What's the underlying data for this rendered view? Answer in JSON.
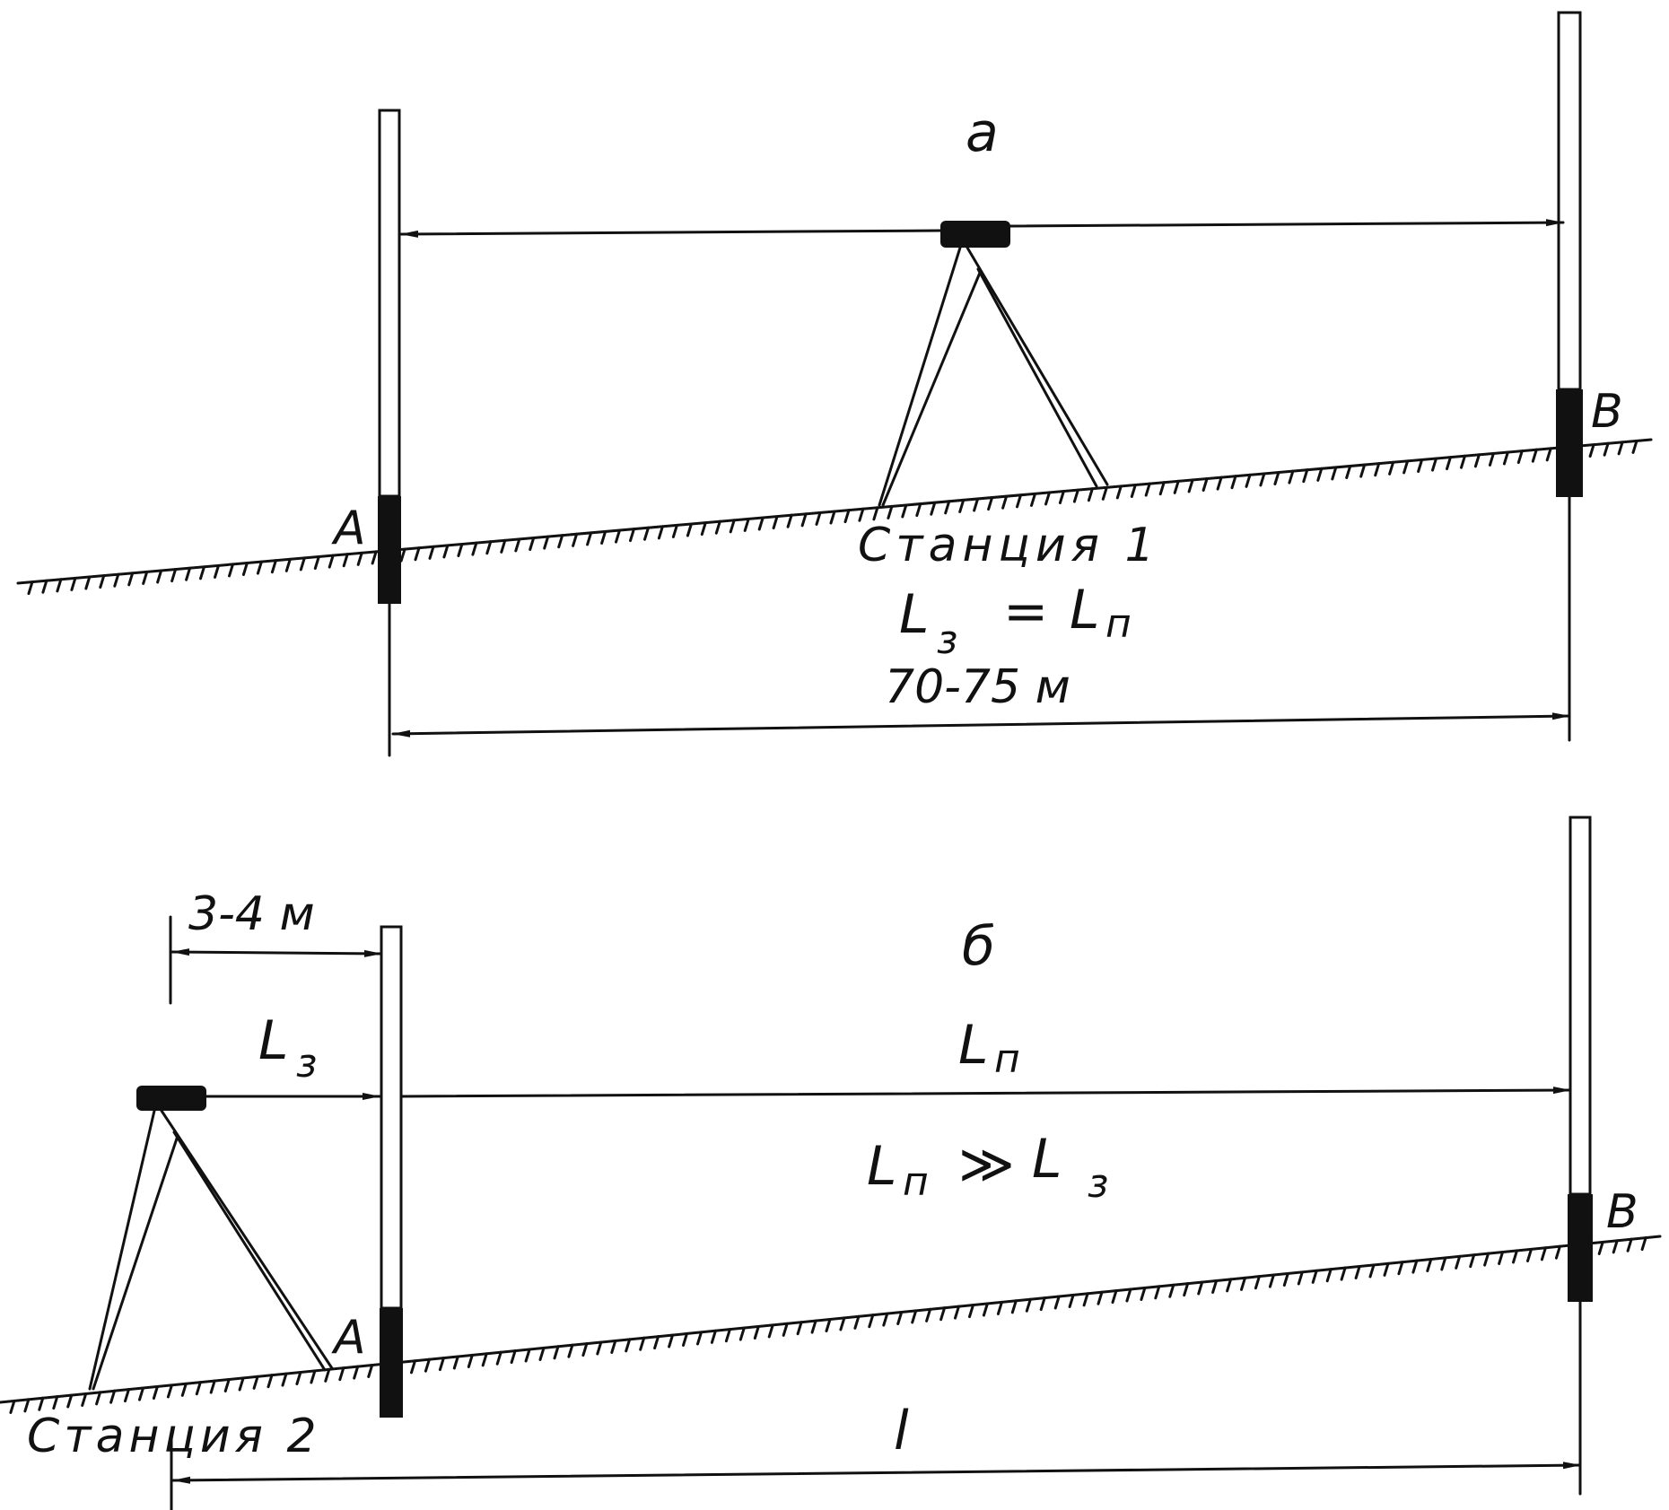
{
  "panel_a": {
    "label": "а",
    "staff_left": "A",
    "staff_right": "B",
    "station": "Станция 1",
    "equation_main": "L",
    "equation_sub": "з",
    "equation_rel": "=",
    "equation_main2": "L",
    "equation_sub2": "п",
    "distance": "70-75 м"
  },
  "panel_b": {
    "label": "б",
    "offset": "3-4 м",
    "lz_main": "L",
    "lz_sub": "з",
    "lp_main": "L",
    "lp_sub": "п",
    "rel_main": "L",
    "rel_sub": "п",
    "rel_op": "≫",
    "rel_main2": "L",
    "rel_sub2": "з",
    "staff_left": "A",
    "staff_right": "B",
    "station": "Станция 2",
    "span": "l"
  }
}
